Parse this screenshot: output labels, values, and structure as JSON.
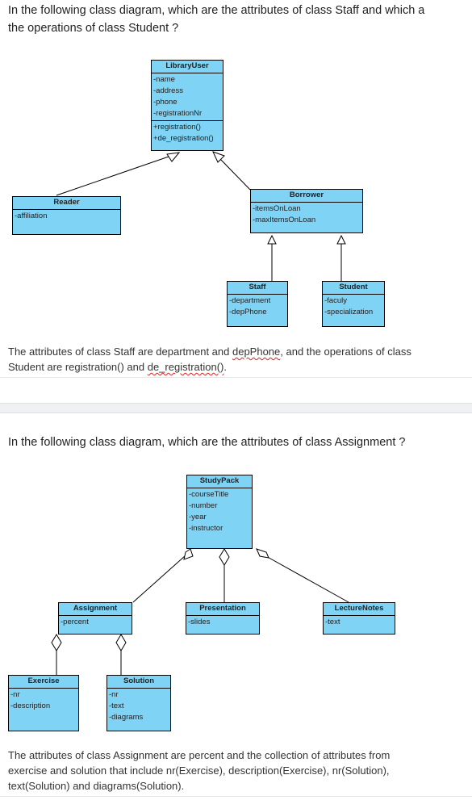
{
  "q1": {
    "question_line1": "In the following class diagram, which are the attributes of class Staff and which a",
    "question_line2": "the operations of class Student ?",
    "classes": {
      "library_user": {
        "name": "LibraryUser",
        "attributes": [
          "-name",
          "-address",
          "-phone",
          "-registrationNr"
        ],
        "operations": [
          "+registration()",
          "+de_registration()"
        ]
      },
      "reader": {
        "name": "Reader",
        "attributes": [
          "-affiliation"
        ]
      },
      "borrower": {
        "name": "Borrower",
        "attributes": [
          "-itemsOnLoan",
          "-maxItemsOnLoan"
        ]
      },
      "staff": {
        "name": "Staff",
        "attributes": [
          "-department",
          "-depPhone"
        ]
      },
      "student": {
        "name": "Student",
        "attributes": [
          "-faculy",
          "-specialization"
        ]
      }
    },
    "answer": {
      "p1": "The attributes of class Staff are department and ",
      "p2": "depPhone",
      "p3": ", and the operations of class",
      "p4": "Student are registration() and ",
      "p5": "de_registration()",
      "p6": "."
    }
  },
  "q2": {
    "question": "In the following class diagram, which are the attributes of class Assignment ?",
    "classes": {
      "study_pack": {
        "name": "StudyPack",
        "attributes": [
          "-courseTitle",
          "-number",
          "-year",
          "-instructor"
        ]
      },
      "assignment": {
        "name": "Assignment",
        "attributes": [
          "-percent"
        ]
      },
      "presentation": {
        "name": "Presentation",
        "attributes": [
          "-slides"
        ]
      },
      "lecture_notes": {
        "name": "LectureNotes",
        "attributes": [
          "-text"
        ]
      },
      "exercise": {
        "name": "Exercise",
        "attributes": [
          "-nr",
          "-description"
        ]
      },
      "solution": {
        "name": "Solution",
        "attributes": [
          "-nr",
          "-text",
          "-diagrams"
        ]
      }
    },
    "answer": [
      "The attributes of class Assignment are percent and the collection of attributes from",
      "exercise and solution that include nr(Exercise), description(Exercise), nr(Solution),",
      "text(Solution) and diagrams(Solution)."
    ]
  },
  "colors": {
    "class_fill": "#7fd3f5",
    "spellcheck": "#d22"
  }
}
